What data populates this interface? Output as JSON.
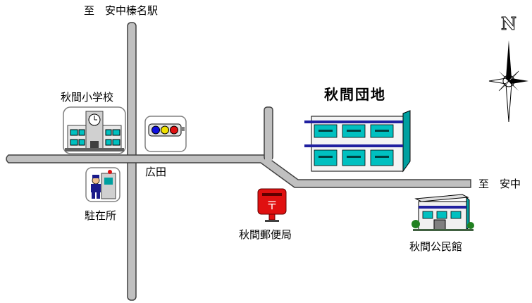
{
  "map": {
    "labels": {
      "to_north": "至　安中榛名駅",
      "to_east": "至　安中",
      "intersection": "広田",
      "school": "秋間小学校",
      "police_box": "駐在所",
      "post_office": "秋間郵便局",
      "danchi": "秋間団地",
      "community_hall": "秋間公民館",
      "north_mark": "N"
    },
    "colors": {
      "road_fill": "#c0c0c0",
      "road_edge": "#404040",
      "building_frame": "#2020a0",
      "window_teal": "#00a0a0",
      "mailbox_red": "#e01010",
      "signal_blue": "#1010e0",
      "signal_yellow": "#f0e000",
      "signal_red": "#e01010"
    },
    "icons": [
      "school-icon",
      "traffic-signal-icon",
      "police-box-icon",
      "mailbox-icon",
      "apartment-complex-icon",
      "community-hall-icon",
      "compass-icon"
    ]
  }
}
